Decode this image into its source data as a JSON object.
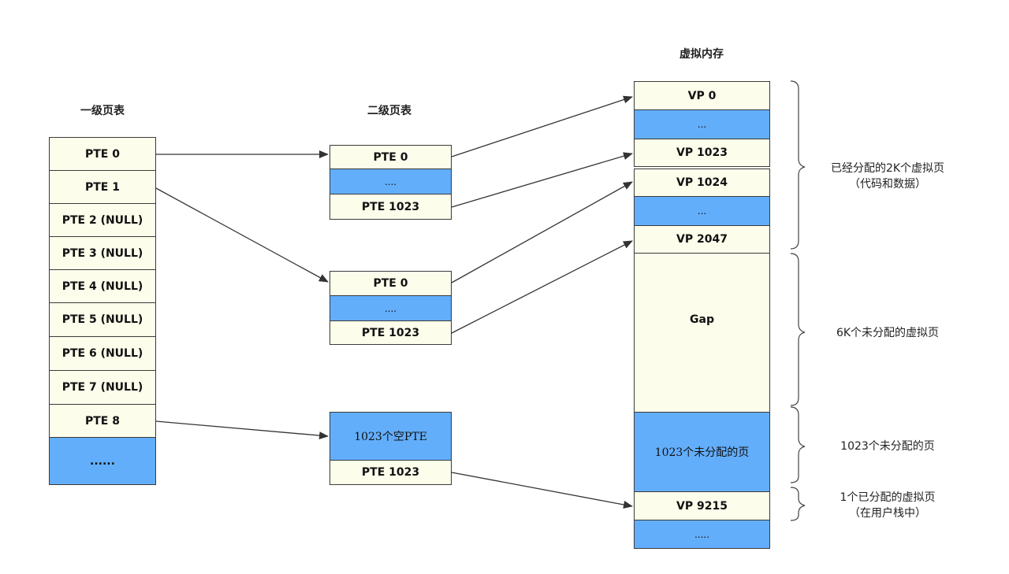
{
  "titles": {
    "level1": "一级页表",
    "level2": "二级页表",
    "vmem": "虚拟内存"
  },
  "level1_entries": [
    "PTE 0",
    "PTE 1",
    "PTE 2 (NULL)",
    "PTE 3 (NULL)",
    "PTE 4 (NULL)",
    "PTE 5 (NULL)",
    "PTE 6 (NULL)",
    "PTE 7 (NULL)",
    "PTE 8",
    "......"
  ],
  "level2_table_a": [
    "PTE 0",
    "....",
    "PTE 1023"
  ],
  "level2_table_b": [
    "PTE 0",
    "....",
    "PTE 1023"
  ],
  "level2_table_c": [
    "1023个空PTE",
    "PTE 1023"
  ],
  "vmem_entries": [
    "VP 0",
    "...",
    "VP 1023",
    "VP 1024",
    "...",
    "VP 2047",
    "Gap",
    "1023个未分配的页",
    "VP 9215",
    "....."
  ],
  "brace_labels": {
    "allocated_2k": [
      "已经分配的2K个虚拟页",
      "（代码和数据）"
    ],
    "unallocated_6k": "6K个未分配的虚拟页",
    "unallocated_1023": "1023个未分配的页",
    "allocated_1": [
      "1个已分配的虚拟页",
      "（在用户栈中）"
    ]
  }
}
